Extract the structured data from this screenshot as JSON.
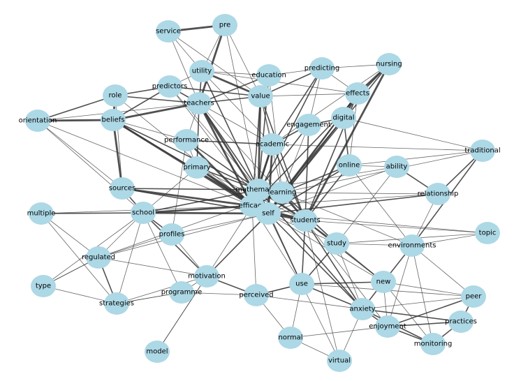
{
  "graph": {
    "type": "network",
    "colors": {
      "node": "#add8e6",
      "edge": "#333333",
      "label": "#000000",
      "background": "#ffffff"
    },
    "nodes": [
      {
        "id": "service",
        "label": "service"
      },
      {
        "id": "pre",
        "label": "pre"
      },
      {
        "id": "utility",
        "label": "utility"
      },
      {
        "id": "education",
        "label": "education"
      },
      {
        "id": "predicting",
        "label": "predicting"
      },
      {
        "id": "nursing",
        "label": "nursing"
      },
      {
        "id": "role",
        "label": "role"
      },
      {
        "id": "predictors",
        "label": "predictors"
      },
      {
        "id": "teachers",
        "label": "teachers"
      },
      {
        "id": "value",
        "label": "value"
      },
      {
        "id": "effects",
        "label": "effects"
      },
      {
        "id": "orientation",
        "label": "orientation"
      },
      {
        "id": "beliefs",
        "label": "beliefs"
      },
      {
        "id": "digital",
        "label": "digital"
      },
      {
        "id": "engagement",
        "label": "engagement"
      },
      {
        "id": "performance",
        "label": "performance"
      },
      {
        "id": "academic",
        "label": "academic"
      },
      {
        "id": "traditional",
        "label": "traditional"
      },
      {
        "id": "primary",
        "label": "primary"
      },
      {
        "id": "online",
        "label": "online"
      },
      {
        "id": "ability",
        "label": "ability"
      },
      {
        "id": "sources",
        "label": "sources"
      },
      {
        "id": "mathematics",
        "label": "mathematics"
      },
      {
        "id": "learning",
        "label": "learning"
      },
      {
        "id": "relationship",
        "label": "relationship"
      },
      {
        "id": "multiple",
        "label": "multiple"
      },
      {
        "id": "school",
        "label": "school"
      },
      {
        "id": "efficacy",
        "label": "efficacy"
      },
      {
        "id": "self",
        "label": "self"
      },
      {
        "id": "students",
        "label": "students"
      },
      {
        "id": "topic",
        "label": "topic"
      },
      {
        "id": "profiles",
        "label": "profiles"
      },
      {
        "id": "study",
        "label": "study"
      },
      {
        "id": "environments",
        "label": "environments"
      },
      {
        "id": "regulated",
        "label": "regulated"
      },
      {
        "id": "motivation",
        "label": "motivation"
      },
      {
        "id": "use",
        "label": "use"
      },
      {
        "id": "new",
        "label": "new"
      },
      {
        "id": "type",
        "label": "type"
      },
      {
        "id": "programme",
        "label": "programme"
      },
      {
        "id": "perceived",
        "label": "perceived"
      },
      {
        "id": "peer",
        "label": "peer"
      },
      {
        "id": "strategies",
        "label": "strategies"
      },
      {
        "id": "anxiety",
        "label": "anxiety"
      },
      {
        "id": "practices",
        "label": "practices"
      },
      {
        "id": "enjoyment",
        "label": "enjoyment"
      },
      {
        "id": "normal",
        "label": "normal"
      },
      {
        "id": "monitoring",
        "label": "monitoring"
      },
      {
        "id": "model",
        "label": "model"
      },
      {
        "id": "virtual",
        "label": "virtual"
      }
    ],
    "edges": [
      [
        "service",
        "pre",
        3
      ],
      [
        "service",
        "utility",
        1
      ],
      [
        "service",
        "teachers",
        1
      ],
      [
        "service",
        "value",
        1
      ],
      [
        "pre",
        "utility",
        1
      ],
      [
        "pre",
        "teachers",
        3
      ],
      [
        "pre",
        "value",
        1
      ],
      [
        "pre",
        "mathematics",
        1
      ],
      [
        "utility",
        "value",
        3
      ],
      [
        "utility",
        "teachers",
        2
      ],
      [
        "utility",
        "education",
        1
      ],
      [
        "utility",
        "mathematics",
        2
      ],
      [
        "utility",
        "academic",
        1
      ],
      [
        "utility",
        "predictors",
        1
      ],
      [
        "utility",
        "effects",
        1
      ],
      [
        "education",
        "value",
        2
      ],
      [
        "education",
        "teachers",
        2
      ],
      [
        "education",
        "mathematics",
        2
      ],
      [
        "education",
        "predicting",
        1
      ],
      [
        "education",
        "learning",
        1
      ],
      [
        "predicting",
        "value",
        2
      ],
      [
        "predicting",
        "nursing",
        1
      ],
      [
        "predicting",
        "efficacy",
        2
      ],
      [
        "predicting",
        "academic",
        2
      ],
      [
        "predicting",
        "engagement",
        1
      ],
      [
        "predicting",
        "effects",
        1
      ],
      [
        "nursing",
        "effects",
        3
      ],
      [
        "nursing",
        "students",
        3
      ],
      [
        "nursing",
        "self",
        2
      ],
      [
        "nursing",
        "efficacy",
        2
      ],
      [
        "nursing",
        "academic",
        1
      ],
      [
        "role",
        "beliefs",
        3
      ],
      [
        "role",
        "orientation",
        2
      ],
      [
        "role",
        "predictors",
        2
      ],
      [
        "role",
        "teachers",
        2
      ],
      [
        "role",
        "sources",
        1
      ],
      [
        "role",
        "efficacy",
        1
      ],
      [
        "predictors",
        "teachers",
        2
      ],
      [
        "predictors",
        "value",
        2
      ],
      [
        "predictors",
        "beliefs",
        2
      ],
      [
        "predictors",
        "mathematics",
        1
      ],
      [
        "predictors",
        "self",
        1
      ],
      [
        "teachers",
        "value",
        2
      ],
      [
        "teachers",
        "beliefs",
        3
      ],
      [
        "teachers",
        "efficacy",
        3
      ],
      [
        "teachers",
        "self",
        3
      ],
      [
        "teachers",
        "primary",
        2
      ],
      [
        "teachers",
        "performance",
        1
      ],
      [
        "teachers",
        "mathematics",
        2
      ],
      [
        "teachers",
        "academic",
        1
      ],
      [
        "teachers",
        "students",
        1
      ],
      [
        "value",
        "mathematics",
        3
      ],
      [
        "value",
        "students",
        2
      ],
      [
        "value",
        "efficacy",
        2
      ],
      [
        "value",
        "academic",
        1
      ],
      [
        "value",
        "effects",
        1
      ],
      [
        "value",
        "learning",
        1
      ],
      [
        "effects",
        "digital",
        3
      ],
      [
        "effects",
        "students",
        2
      ],
      [
        "effects",
        "self",
        2
      ],
      [
        "effects",
        "online",
        1
      ],
      [
        "effects",
        "learning",
        2
      ],
      [
        "orientation",
        "beliefs",
        3
      ],
      [
        "orientation",
        "school",
        1
      ],
      [
        "orientation",
        "sources",
        1
      ],
      [
        "orientation",
        "efficacy",
        1
      ],
      [
        "orientation",
        "teachers",
        1
      ],
      [
        "beliefs",
        "efficacy",
        3
      ],
      [
        "beliefs",
        "mathematics",
        2
      ],
      [
        "beliefs",
        "sources",
        3
      ],
      [
        "beliefs",
        "self",
        2
      ],
      [
        "beliefs",
        "performance",
        1
      ],
      [
        "digital",
        "engagement",
        2
      ],
      [
        "digital",
        "online",
        2
      ],
      [
        "digital",
        "self",
        2
      ],
      [
        "digital",
        "learning",
        2
      ],
      [
        "digital",
        "traditional",
        1
      ],
      [
        "engagement",
        "academic",
        2
      ],
      [
        "engagement",
        "students",
        2
      ],
      [
        "engagement",
        "mathematics",
        2
      ],
      [
        "engagement",
        "learning",
        1
      ],
      [
        "performance",
        "academic",
        2
      ],
      [
        "performance",
        "efficacy",
        3
      ],
      [
        "performance",
        "mathematics",
        2
      ],
      [
        "performance",
        "primary",
        1
      ],
      [
        "performance",
        "profiles",
        1
      ],
      [
        "academic",
        "efficacy",
        3
      ],
      [
        "academic",
        "self",
        3
      ],
      [
        "academic",
        "students",
        2
      ],
      [
        "academic",
        "mathematics",
        2
      ],
      [
        "academic",
        "traditional",
        1
      ],
      [
        "traditional",
        "online",
        1
      ],
      [
        "traditional",
        "relationship",
        2
      ],
      [
        "traditional",
        "environments",
        2
      ],
      [
        "traditional",
        "learning",
        1
      ],
      [
        "primary",
        "mathematics",
        2
      ],
      [
        "primary",
        "self",
        3
      ],
      [
        "primary",
        "efficacy",
        2
      ],
      [
        "primary",
        "school",
        1
      ],
      [
        "primary",
        "students",
        1
      ],
      [
        "online",
        "learning",
        2
      ],
      [
        "online",
        "students",
        2
      ],
      [
        "online",
        "self",
        2
      ],
      [
        "online",
        "ability",
        1
      ],
      [
        "online",
        "environments",
        1
      ],
      [
        "ability",
        "relationship",
        2
      ],
      [
        "ability",
        "self",
        1
      ],
      [
        "ability",
        "mathematics",
        1
      ],
      [
        "ability",
        "study",
        1
      ],
      [
        "sources",
        "efficacy",
        3
      ],
      [
        "sources",
        "self",
        2
      ],
      [
        "sources",
        "school",
        2
      ],
      [
        "sources",
        "mathematics",
        2
      ],
      [
        "mathematics",
        "learning",
        3
      ],
      [
        "mathematics",
        "efficacy",
        3
      ],
      [
        "mathematics",
        "self",
        3
      ],
      [
        "mathematics",
        "students",
        3
      ],
      [
        "mathematics",
        "anxiety",
        2
      ],
      [
        "mathematics",
        "school",
        2
      ],
      [
        "mathematics",
        "use",
        1
      ],
      [
        "learning",
        "students",
        3
      ],
      [
        "learning",
        "efficacy",
        2
      ],
      [
        "learning",
        "self",
        3
      ],
      [
        "learning",
        "study",
        2
      ],
      [
        "learning",
        "relationship",
        1
      ],
      [
        "learning",
        "environments",
        1
      ],
      [
        "relationship",
        "self",
        2
      ],
      [
        "relationship",
        "efficacy",
        1
      ],
      [
        "relationship",
        "environments",
        1
      ],
      [
        "multiple",
        "school",
        2
      ],
      [
        "multiple",
        "regulated",
        1
      ],
      [
        "multiple",
        "efficacy",
        1
      ],
      [
        "multiple",
        "strategies",
        1
      ],
      [
        "school",
        "efficacy",
        3
      ],
      [
        "school",
        "self",
        3
      ],
      [
        "school",
        "profiles",
        2
      ],
      [
        "school",
        "regulated",
        1
      ],
      [
        "school",
        "motivation",
        2
      ],
      [
        "school",
        "strategies",
        1
      ],
      [
        "efficacy",
        "self",
        3
      ],
      [
        "efficacy",
        "students",
        3
      ],
      [
        "efficacy",
        "motivation",
        1
      ],
      [
        "efficacy",
        "perceived",
        1
      ],
      [
        "efficacy",
        "use",
        1
      ],
      [
        "self",
        "students",
        3
      ],
      [
        "self",
        "regulated",
        1
      ],
      [
        "self",
        "motivation",
        2
      ],
      [
        "self",
        "use",
        2
      ],
      [
        "self",
        "anxiety",
        2
      ],
      [
        "self",
        "new",
        1
      ],
      [
        "self",
        "study",
        1
      ],
      [
        "students",
        "study",
        2
      ],
      [
        "students",
        "use",
        2
      ],
      [
        "students",
        "new",
        2
      ],
      [
        "students",
        "anxiety",
        2
      ],
      [
        "students",
        "enjoyment",
        1
      ],
      [
        "students",
        "virtual",
        1
      ],
      [
        "topic",
        "students",
        1
      ],
      [
        "topic",
        "study",
        1
      ],
      [
        "topic",
        "environments",
        1
      ],
      [
        "topic",
        "self",
        1
      ],
      [
        "profiles",
        "regulated",
        1
      ],
      [
        "profiles",
        "self",
        1
      ],
      [
        "profiles",
        "motivation",
        1
      ],
      [
        "study",
        "environments",
        1
      ],
      [
        "study",
        "use",
        2
      ],
      [
        "study",
        "new",
        1
      ],
      [
        "study",
        "anxiety",
        1
      ],
      [
        "environments",
        "new",
        2
      ],
      [
        "environments",
        "peer",
        1
      ],
      [
        "environments",
        "monitoring",
        1
      ],
      [
        "environments",
        "enjoyment",
        1
      ],
      [
        "regulated",
        "strategies",
        2
      ],
      [
        "regulated",
        "type",
        1
      ],
      [
        "regulated",
        "motivation",
        1
      ],
      [
        "regulated",
        "learning",
        1
      ],
      [
        "motivation",
        "programme",
        1
      ],
      [
        "motivation",
        "perceived",
        2
      ],
      [
        "motivation",
        "strategies",
        1
      ],
      [
        "motivation",
        "model",
        1
      ],
      [
        "use",
        "new",
        2
      ],
      [
        "use",
        "perceived",
        2
      ],
      [
        "use",
        "virtual",
        1
      ],
      [
        "use",
        "normal",
        1
      ],
      [
        "use",
        "anxiety",
        2
      ],
      [
        "use",
        "peer",
        1
      ],
      [
        "new",
        "anxiety",
        2
      ],
      [
        "new",
        "enjoyment",
        1
      ],
      [
        "new",
        "monitoring",
        1
      ],
      [
        "new",
        "peer",
        1
      ],
      [
        "type",
        "strategies",
        1
      ],
      [
        "type",
        "regulated",
        1
      ],
      [
        "type",
        "school",
        1
      ],
      [
        "programme",
        "perceived",
        1
      ],
      [
        "programme",
        "strategies",
        1
      ],
      [
        "programme",
        "school",
        1
      ],
      [
        "perceived",
        "anxiety",
        1
      ],
      [
        "perceived",
        "normal",
        1
      ],
      [
        "perceived",
        "use",
        1
      ],
      [
        "peer",
        "practices",
        2
      ],
      [
        "peer",
        "enjoyment",
        2
      ],
      [
        "peer",
        "anxiety",
        1
      ],
      [
        "strategies",
        "programme",
        1
      ],
      [
        "anxiety",
        "enjoyment",
        2
      ],
      [
        "anxiety",
        "practices",
        2
      ],
      [
        "anxiety",
        "monitoring",
        2
      ],
      [
        "practices",
        "enjoyment",
        2
      ],
      [
        "practices",
        "monitoring",
        2
      ],
      [
        "enjoyment",
        "monitoring",
        2
      ],
      [
        "enjoyment",
        "normal",
        1
      ],
      [
        "normal",
        "virtual",
        1
      ],
      [
        "model",
        "motivation",
        1
      ],
      [
        "virtual",
        "anxiety",
        1
      ]
    ]
  }
}
